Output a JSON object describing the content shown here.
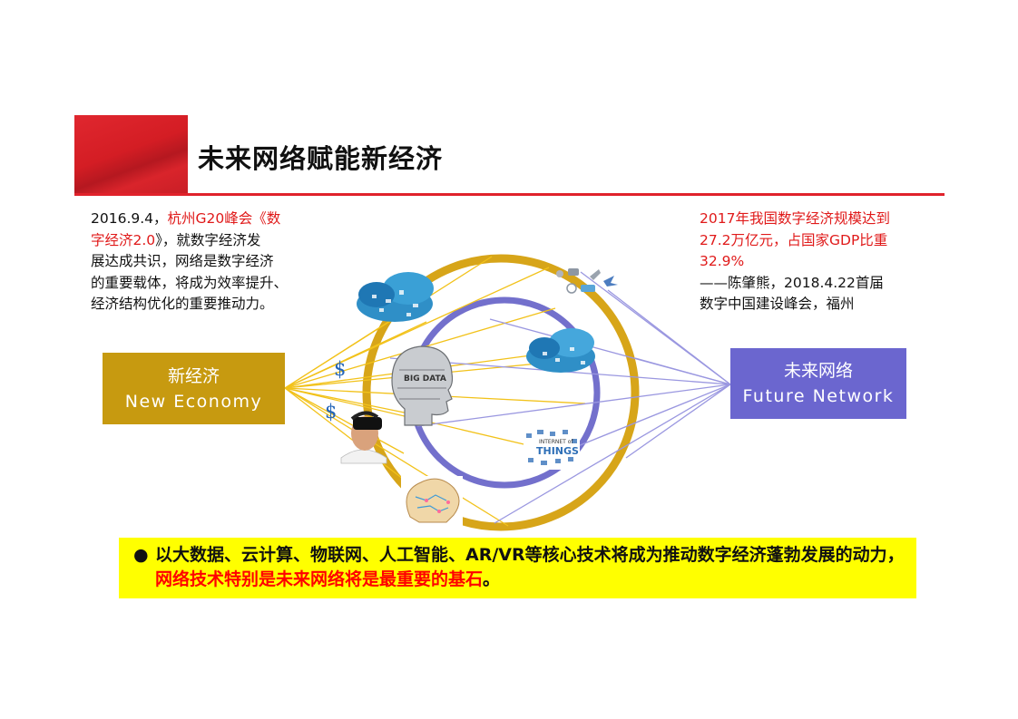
{
  "title": "未来网络赋能新经济",
  "quote_left": {
    "line1_plain": "2016.9.4，",
    "line1_red": "杭州G20峰会《数",
    "line2_red": "字经济2.0",
    "line2_plain": "》，就数字经济发",
    "line3": "展达成共识，网络是数字经济",
    "line4": "的重要载体，将成为效率提升、",
    "line5": "经济结构优化的重要推动力。"
  },
  "quote_right": {
    "line1_red": "2017年我国数字经济规模达到",
    "line2_red": "27.2万亿元，占国家GDP比重",
    "line3_red": "32.9%",
    "line4": "——陈肇熊，2018.4.22首届",
    "line5": "数字中国建设峰会，福州"
  },
  "left_node": {
    "zh": "新经济",
    "en": "New Economy"
  },
  "right_node": {
    "zh": "未来网络",
    "en": "Future Network"
  },
  "diagram_labels": {
    "big_data": "BIG DATA",
    "iot_top": "INTERNET of",
    "iot_bottom": "THINGS",
    "dollar": "$"
  },
  "banner": {
    "bullet": "●",
    "text_plain": "以大数据、云计算、物联网、人工智能、AR/VR等核心技术将成为推动数字经济蓬勃发展的动力，",
    "text_red": "网络技术特别是未来网络将是最重要的基石",
    "text_end": "。"
  },
  "colors": {
    "accent_red": "#e0222b",
    "gold": "#c79a10",
    "purple": "#6b66cf",
    "banner_yellow": "#ffff00"
  }
}
